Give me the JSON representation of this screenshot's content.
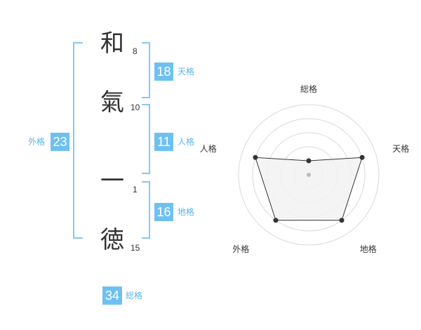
{
  "name": {
    "chars": [
      {
        "char": "和",
        "strokes": "8"
      },
      {
        "char": "氣",
        "strokes": "10"
      },
      {
        "char": "一",
        "strokes": "1"
      },
      {
        "char": "徳",
        "strokes": "15"
      }
    ]
  },
  "fortunes": {
    "tenkaku": {
      "value": "18",
      "label": "天格"
    },
    "jinkaku": {
      "value": "11",
      "label": "人格"
    },
    "chikaku": {
      "value": "16",
      "label": "地格"
    },
    "gaikaku": {
      "value": "23",
      "label": "外格"
    },
    "soukaku": {
      "value": "34",
      "label": "総格"
    }
  },
  "chart_data": {
    "type": "radar",
    "axes": [
      "総格",
      "天格",
      "地格",
      "外格",
      "人格"
    ],
    "values": [
      1,
      4,
      4,
      4,
      4
    ],
    "rlim": [
      0,
      4
    ],
    "grid": true,
    "colors": {
      "fill": "#f2f2f2",
      "line": "#333333",
      "grid": "#d9d9d9",
      "center": "#bbbbbb"
    }
  },
  "colors": {
    "accent": "#6fc0f2",
    "bracket": "#86c8f2",
    "label": "#5cb5ec"
  }
}
